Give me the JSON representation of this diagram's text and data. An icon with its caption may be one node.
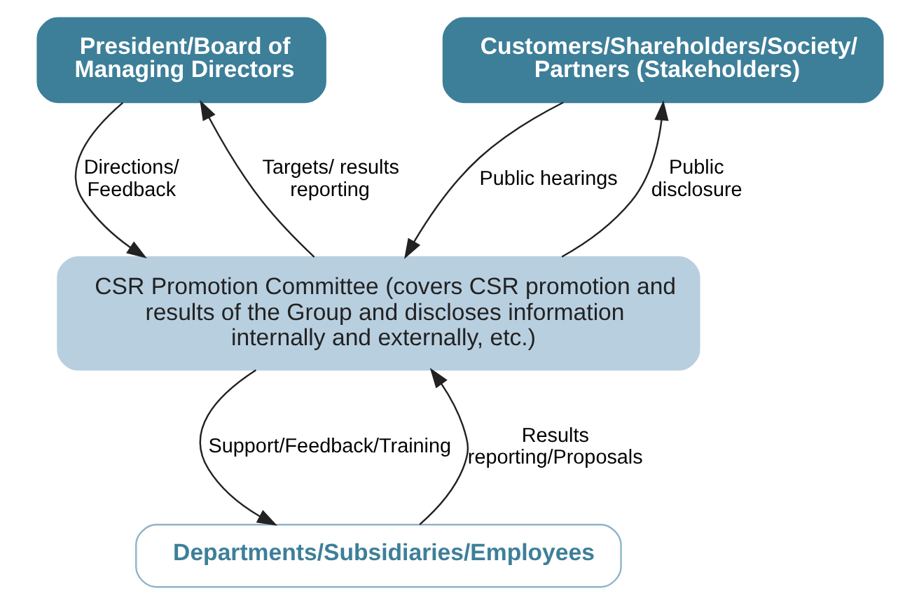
{
  "diagram": {
    "nodes": [
      {
        "text": [
          "President/Board of Managing Directors"
        ]
      },
      {
        "text": [
          "Customers/Shareholders/Society/ Partners (Stakeholders)"
        ]
      },
      {
        "text": [
          "CSR Promotion Committee (covers CSR promotion and results of the Group and discloses information internally and externally, etc.)"
        ]
      },
      {
        "text": [
          "Departments/Subsidiaries/Employees"
        ]
      }
    ],
    "edges": [
      {
        "from": 0,
        "to": 2,
        "arrow": "to",
        "label": "Directions/ Feedback"
      },
      {
        "from": 2,
        "to": 0,
        "arrow": "to",
        "label": "Targets/ results reporting"
      },
      {
        "from": 1,
        "to": 2,
        "arrow": "to",
        "label": "Public hearings"
      },
      {
        "from": 2,
        "to": 1,
        "arrow": "to",
        "label": "Public disclosure"
      },
      {
        "from": 2,
        "to": 3,
        "arrow": "to",
        "label": "Support/Feedback/Training"
      },
      {
        "from": 3,
        "to": 2,
        "arrow": "to",
        "label": "Results reporting/Proposals"
      }
    ]
  }
}
